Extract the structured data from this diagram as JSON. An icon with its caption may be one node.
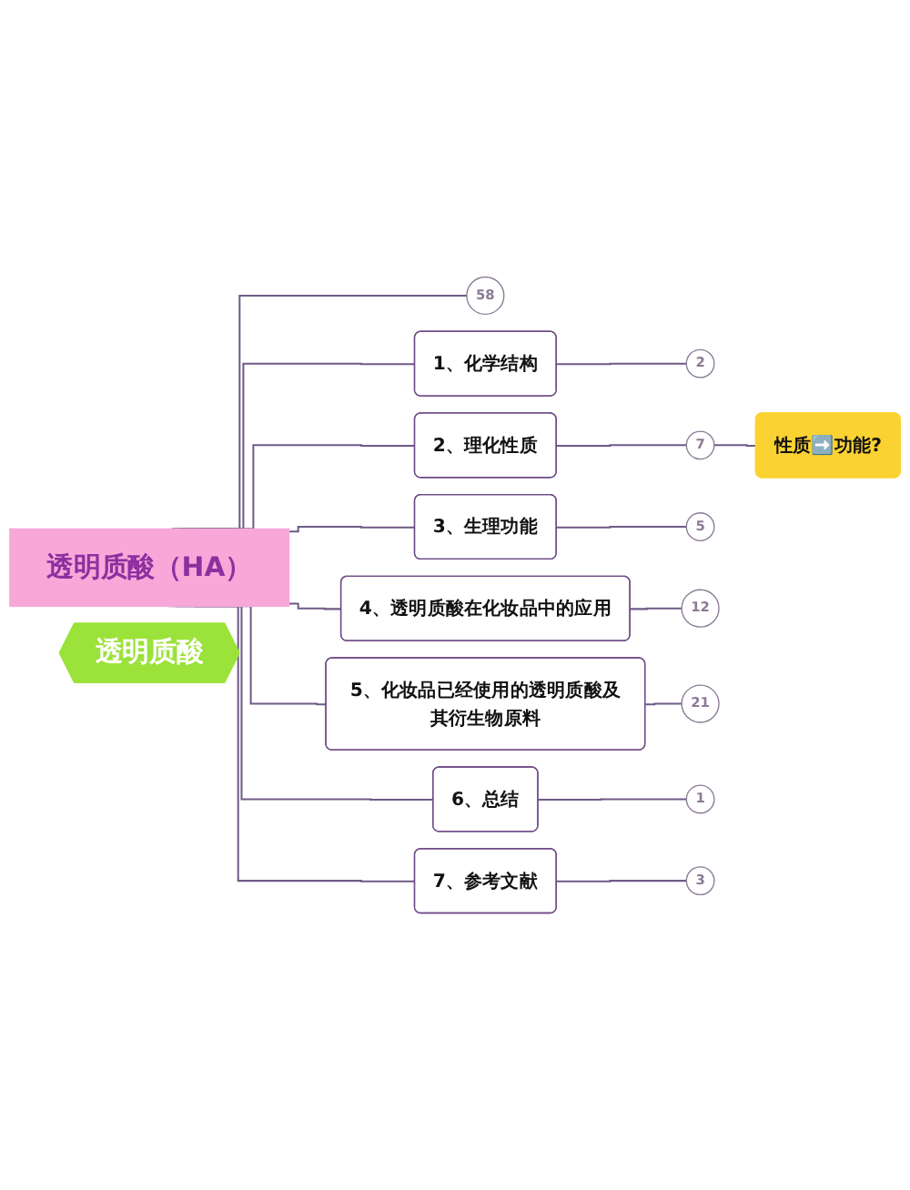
{
  "diagram": {
    "nodes": [
      {
        "text": [
          "透明质酸（HA）"
        ]
      },
      {
        "text": [
          "58"
        ]
      },
      {
        "text": [
          "1、化学结构"
        ]
      },
      {
        "text": [
          "2"
        ]
      },
      {
        "text": [
          "2、理化性质"
        ]
      },
      {
        "text": [
          "7"
        ]
      },
      {
        "text": [
          "3、生理功能"
        ]
      },
      {
        "text": [
          "5"
        ]
      },
      {
        "text": [
          "4、透明质酸在化妆品中的应用"
        ]
      },
      {
        "text": [
          "12"
        ]
      },
      {
        "text": [
          "5、化妆品已经使用的透明质酸及其衍生物原料"
        ]
      },
      {
        "text": [
          "21"
        ]
      },
      {
        "text": [
          "6、总结"
        ]
      },
      {
        "text": [
          "1"
        ]
      },
      {
        "text": [
          "7、参考文献"
        ]
      },
      {
        "text": [
          "3"
        ]
      },
      {
        "text": [
          "性质➡️功能?"
        ]
      },
      {
        "text": [
          "透明质酸"
        ]
      }
    ],
    "edges": [
      {
        "from": 0,
        "to": 1,
        "arrow": "none"
      },
      {
        "from": 0,
        "to": 2,
        "arrow": "none"
      },
      {
        "from": 0,
        "to": 4,
        "arrow": "none"
      },
      {
        "from": 0,
        "to": 6,
        "arrow": "none"
      },
      {
        "from": 0,
        "to": 8,
        "arrow": "none"
      },
      {
        "from": 0,
        "to": 10,
        "arrow": "none"
      },
      {
        "from": 0,
        "to": 12,
        "arrow": "none"
      },
      {
        "from": 0,
        "to": 14,
        "arrow": "none"
      },
      {
        "from": 2,
        "to": 3,
        "arrow": "none"
      },
      {
        "from": 4,
        "to": 5,
        "arrow": "none"
      },
      {
        "from": 6,
        "to": 7,
        "arrow": "none"
      },
      {
        "from": 8,
        "to": 9,
        "arrow": "none"
      },
      {
        "from": 10,
        "to": 11,
        "arrow": "none"
      },
      {
        "from": 12,
        "to": 13,
        "arrow": "none"
      },
      {
        "from": 14,
        "to": 15,
        "arrow": "none"
      },
      {
        "from": 5,
        "to": 16,
        "arrow": "none"
      }
    ]
  }
}
